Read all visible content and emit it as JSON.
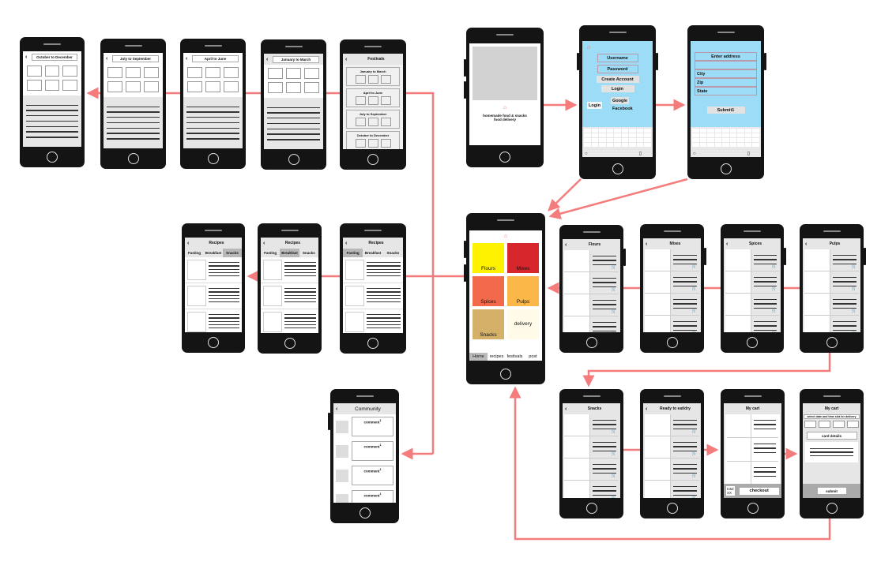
{
  "arrow_color": "#f47c7c",
  "calendar_screens": [
    {
      "title": "October to December"
    },
    {
      "title": "July to September"
    },
    {
      "title": "April to June"
    },
    {
      "title": "January to March"
    }
  ],
  "festivals": {
    "title": "Festivals",
    "sections": [
      "January to March",
      "April to June",
      "July to September",
      "October to December"
    ]
  },
  "splash": {
    "tagline_line1": "homemade food & snacks",
    "tagline_line2": "food delivery"
  },
  "login": {
    "username": "Username",
    "password": "Password",
    "create_account": "Create Account",
    "login": "Login",
    "login_alt": "Login",
    "google": "Google",
    "facebook": "Facebook"
  },
  "address": {
    "title": "Enter address",
    "city": "City",
    "zip": "Zip",
    "state": "State",
    "submit": "Submit1"
  },
  "home": {
    "tiles": [
      {
        "label": "Flours",
        "color": "#fff200"
      },
      {
        "label": "Mixes",
        "color": "#d7262c"
      },
      {
        "label": "Spices",
        "color": "#f26a4b"
      },
      {
        "label": "Pulps",
        "color": "#fbb848"
      },
      {
        "label": "Snacks",
        "color": "#d4b069"
      },
      {
        "label": "delivery",
        "color": "#fffbe8"
      }
    ],
    "nav": [
      "Home",
      "recipes",
      "festivals",
      "post"
    ]
  },
  "categories": [
    "Flours",
    "Mixes",
    "Spices",
    "Pulps"
  ],
  "bottom_lists": [
    "Snacks",
    "Ready to eat/dry"
  ],
  "recipes": {
    "title": "Recipes",
    "tabs": [
      "Fasting",
      "Breakfast",
      "Snacks"
    ]
  },
  "community": {
    "title": "Community",
    "comment": "comment",
    "comment_count": "1"
  },
  "cart": {
    "title": "My cart",
    "total_label": "total",
    "total_value": "XX",
    "checkout": "checkout"
  },
  "payment": {
    "title": "My cart",
    "slot": "select date and time slot for delivery",
    "card": "card details",
    "submit": "submit"
  }
}
